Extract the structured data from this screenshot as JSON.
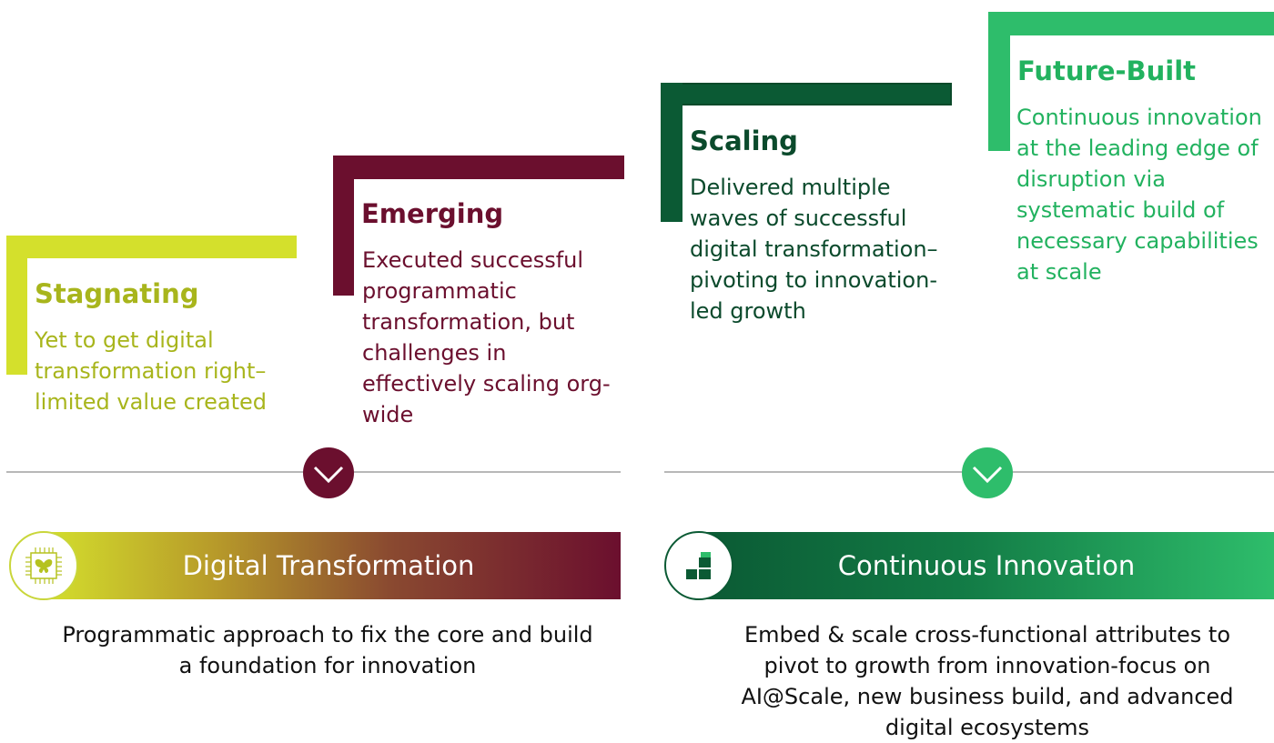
{
  "stages": [
    {
      "title": "Stagnating",
      "description": [
        "Yet to get digital",
        "transformation right–",
        "limited value created"
      ],
      "color": "#d4e02c",
      "text_color": "#a8b51c"
    },
    {
      "title": "Emerging",
      "description": [
        "Executed successful",
        "programmatic",
        "transformation, but",
        "challenges in",
        "effectively scaling org-",
        "wide"
      ],
      "color": "#6b0f2e",
      "text_color": "#6b0f2e"
    },
    {
      "title": "Scaling",
      "description": [
        "Delivered multiple",
        "waves of successful",
        "digital transformation–",
        "pivoting to innovation-",
        "led growth"
      ],
      "color": "#0b5a34",
      "text_color": "#0b4a2c"
    },
    {
      "title": "Future-Built",
      "description": [
        "Continuous innovation",
        "at the leading edge of",
        "disruption via",
        "systematic build of",
        "necessary capabilities",
        "at scale"
      ],
      "color": "#2ebd6b",
      "text_color": "#22b25f"
    }
  ],
  "phases": [
    {
      "label": "Digital Transformation",
      "icon": "butterfly-chip-icon",
      "caption": [
        "Programmatic approach to fix the core and build",
        "a foundation for innovation"
      ],
      "marker_color": "#6b0f2e"
    },
    {
      "label": "Continuous Innovation",
      "icon": "stacked-blocks-icon",
      "caption": [
        "Embed & scale cross-functional attributes to",
        "pivot to growth from innovation-focus on",
        "AI@Scale, new business build, and advanced",
        "digital ecosystems"
      ],
      "marker_color": "#2ebd6b"
    }
  ]
}
